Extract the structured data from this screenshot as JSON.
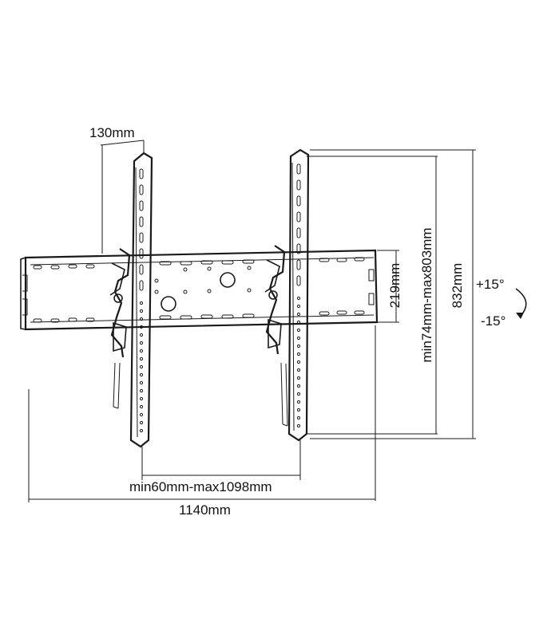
{
  "diagram": {
    "dimensions": {
      "depth": "130mm",
      "vesa_horizontal": "min60mm-max1098mm",
      "total_width": "1140mm",
      "bracket_height": "219mm",
      "vesa_vertical": "min74mm-max803mm",
      "arm_height": "832mm"
    },
    "tilt": {
      "up": "+15°",
      "down": "-15°"
    },
    "colors": {
      "line": "#1a1a1a",
      "background": "#ffffff"
    }
  }
}
